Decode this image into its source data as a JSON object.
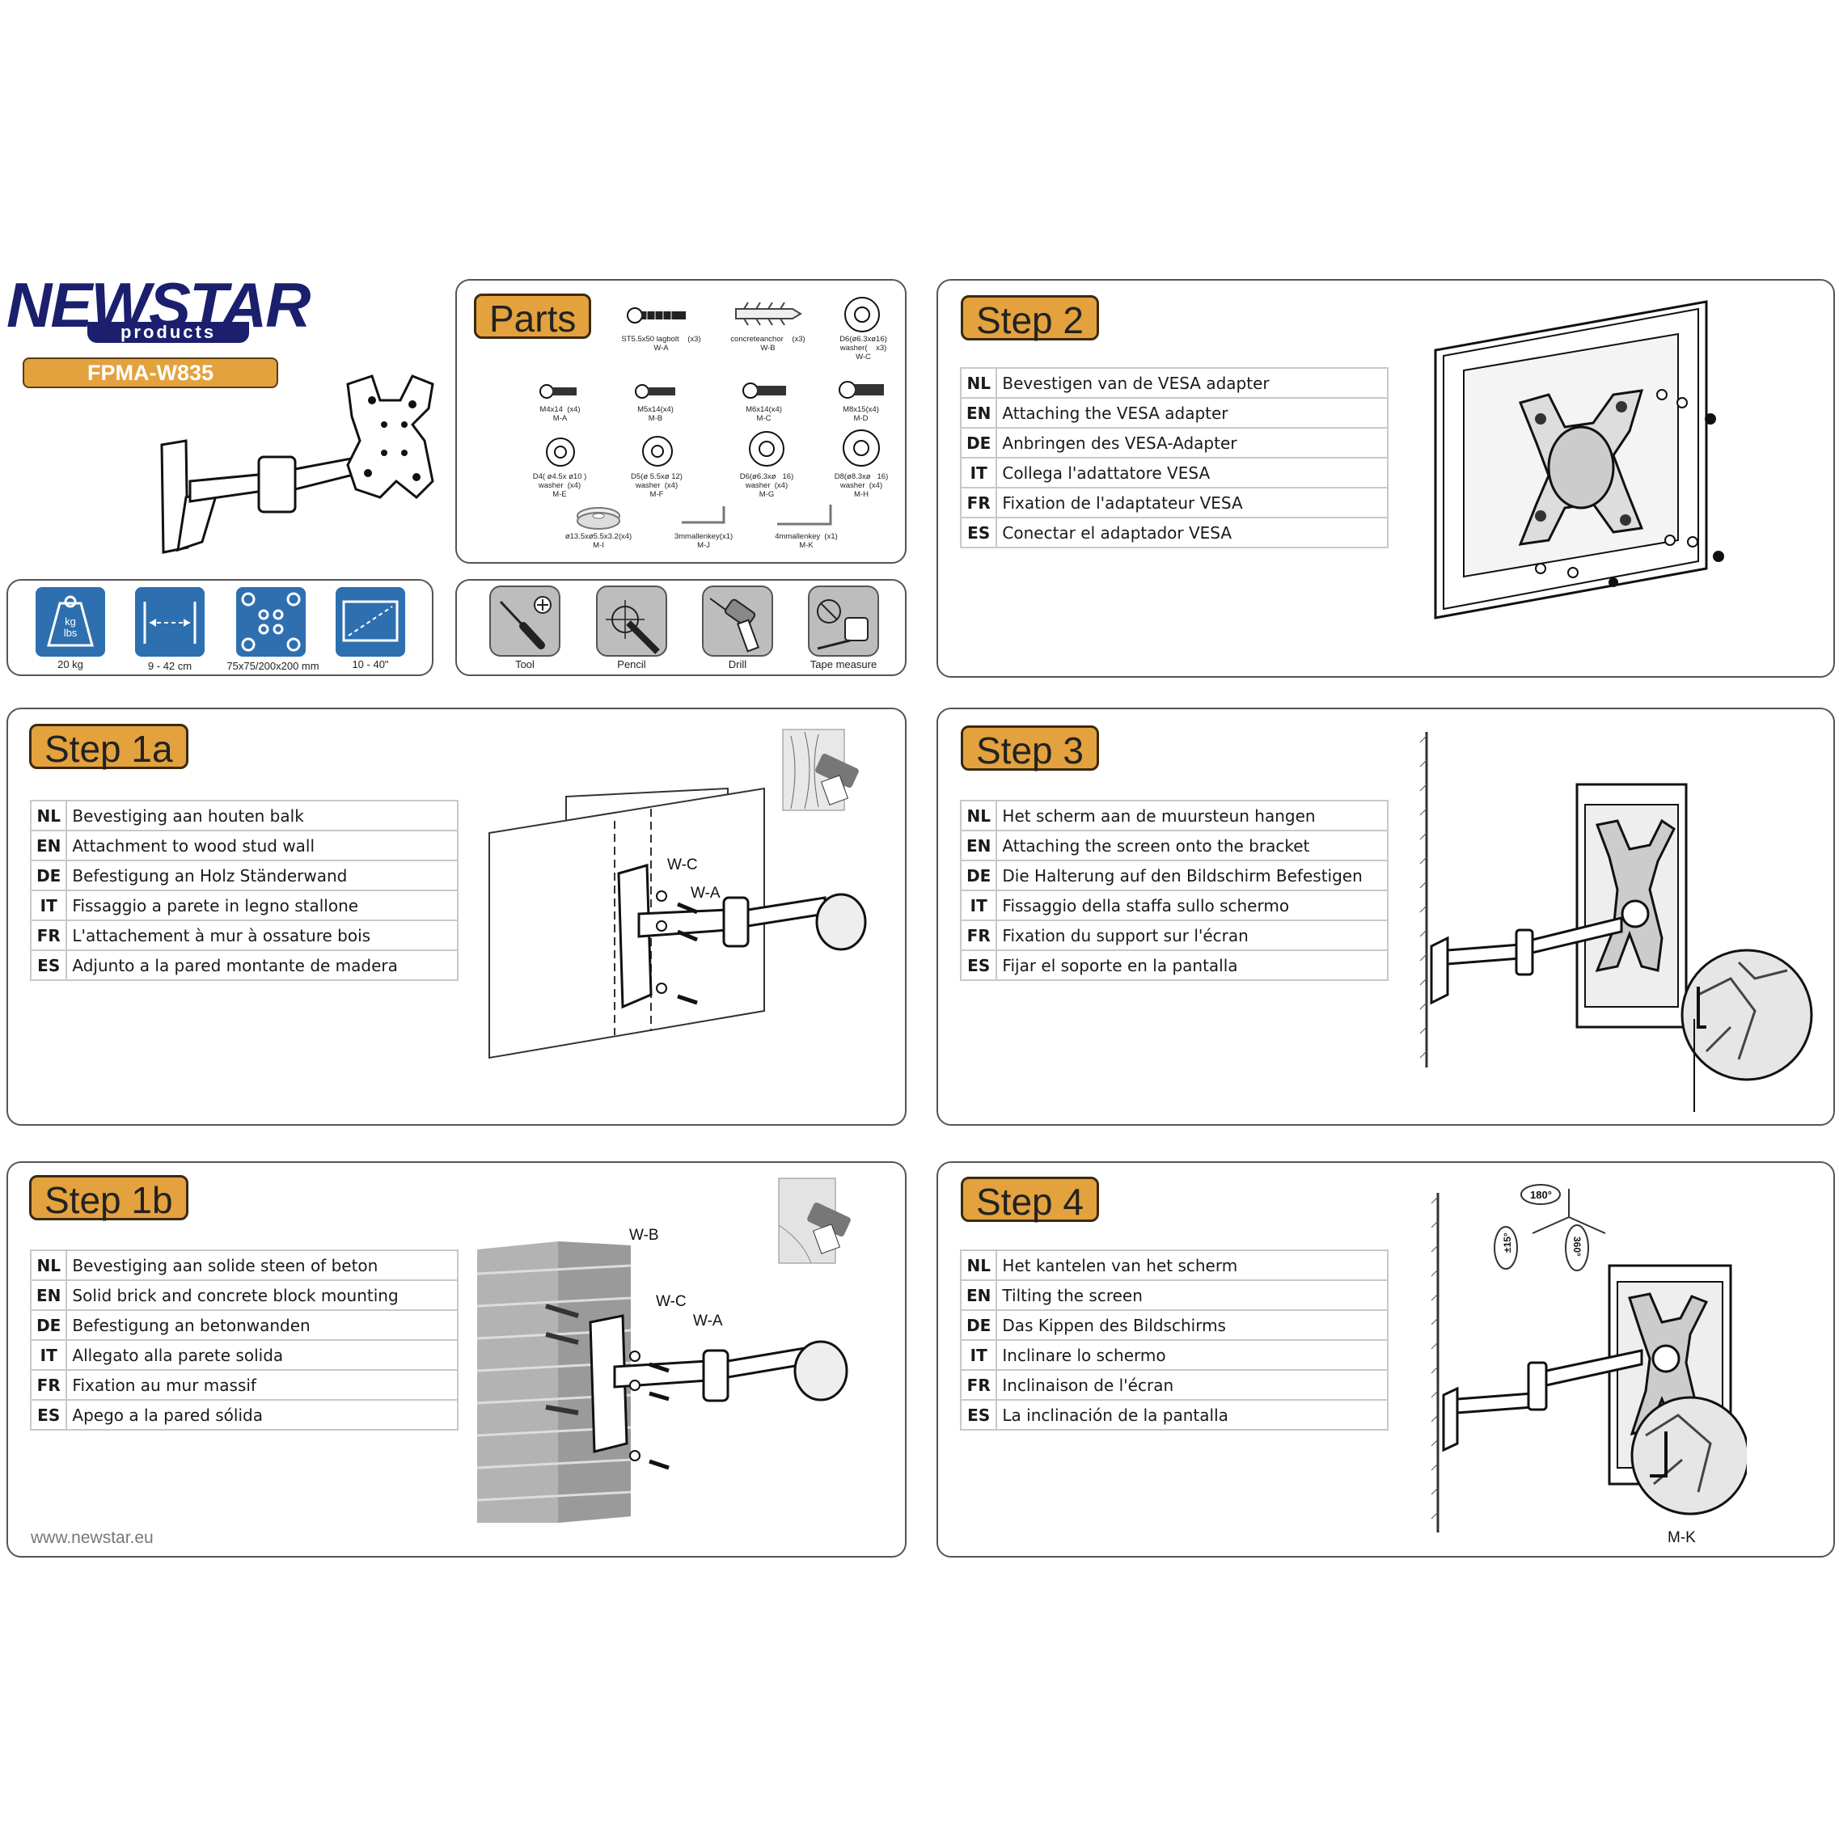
{
  "brand": {
    "logo_text_main": "NEWSTAR",
    "logo_text_sub": "products",
    "model": "FPMA-W835",
    "website": "www.newstar.eu"
  },
  "colors": {
    "accent": "#e3a23d",
    "spec_blue": "#2e6fb0",
    "logo_navy": "#1b1f6e"
  },
  "specs": [
    {
      "icon": "weight-icon",
      "label": "20 kg",
      "glyph": "kg\nlbs"
    },
    {
      "icon": "arm-extension-icon",
      "label": "9 - 42 cm"
    },
    {
      "icon": "vesa-pattern-icon",
      "label": "75x75/200x200 mm"
    },
    {
      "icon": "screen-size-icon",
      "label": "10 - 40\""
    }
  ],
  "parts": {
    "title": "Parts",
    "items": [
      {
        "icon": "lagbolt-icon",
        "label": "ST5.5x50 lagbolt    (x3)\nW-A"
      },
      {
        "icon": "concrete-anchor-icon",
        "label": "concreteanchor    (x3)\nW-B"
      },
      {
        "icon": "washer-icon",
        "label": "D6(ø6.3xø16)\nwasher(    x3)\nW-C"
      },
      {
        "icon": "screw-icon",
        "label": "M4x14  (x4)\nM-A"
      },
      {
        "icon": "screw-icon",
        "label": "M5x14(x4)\nM-B"
      },
      {
        "icon": "screw-icon",
        "label": "M6x14(x4)\nM-C"
      },
      {
        "icon": "screw-icon",
        "label": "M8x15(x4)\nM-D"
      },
      {
        "icon": "washer-icon",
        "label": "D4( ø4.5x ø10 )\nwasher  (x4)\nM-E"
      },
      {
        "icon": "washer-icon",
        "label": "D5(ø 5.5xø 12)\nwasher  (x4)\nM-F"
      },
      {
        "icon": "washer-icon",
        "label": "D6(ø6.3xø   16)\nwasher  (x4)\nM-G"
      },
      {
        "icon": "washer-icon",
        "label": "D8(ø8.3xø   16)\nwasher  (x4)\nM-H"
      },
      {
        "icon": "spacer-icon",
        "label": "ø13.5xø5.5x3.2(x4)\nM-I"
      },
      {
        "icon": "allen-key-icon",
        "label": "3mmallenkey(x1)\nM-J"
      },
      {
        "icon": "allen-key-icon",
        "label": "4mmallenkey  (x1)\nM-K"
      }
    ]
  },
  "tools": [
    {
      "icon": "screwdriver-icon",
      "label": "Tool"
    },
    {
      "icon": "pencil-icon",
      "label": "Pencil"
    },
    {
      "icon": "drill-icon",
      "label": "Drill"
    },
    {
      "icon": "tape-measure-icon",
      "label": "Tape measure"
    }
  ],
  "steps": {
    "step2": {
      "title": "Step 2",
      "rows": [
        {
          "code": "NL",
          "text": "Bevestigen van de VESA adapter"
        },
        {
          "code": "EN",
          "text": "Attaching the VESA adapter"
        },
        {
          "code": "DE",
          "text": "Anbringen des VESA-Adapter"
        },
        {
          "code": "IT",
          "text": "Collega l'adattatore VESA"
        },
        {
          "code": "FR",
          "text": "Fixation de l'adaptateur VESA"
        },
        {
          "code": "ES",
          "text": "Conectar el adaptador VESA"
        }
      ]
    },
    "step1a": {
      "title": "Step 1a",
      "rows": [
        {
          "code": "NL",
          "text": "Bevestiging aan houten balk"
        },
        {
          "code": "EN",
          "text": "Attachment to wood stud wall"
        },
        {
          "code": "DE",
          "text": "Befestigung an Holz Ständerwand"
        },
        {
          "code": "IT",
          "text": "Fissaggio a parete in legno stallone"
        },
        {
          "code": "FR",
          "text": "L'attachement à mur à ossature bois"
        },
        {
          "code": "ES",
          "text": "Adjunto a la pared montante de madera"
        }
      ],
      "callouts": [
        "W-C",
        "W-A"
      ]
    },
    "step3": {
      "title": "Step 3",
      "rows": [
        {
          "code": "NL",
          "text": "Het scherm aan de muursteun hangen"
        },
        {
          "code": "EN",
          "text": "Attaching the screen onto the bracket"
        },
        {
          "code": "DE",
          "text": "Die Halterung auf den Bildschirm Befestigen"
        },
        {
          "code": "IT",
          "text": "Fissaggio della staffa sullo schermo"
        },
        {
          "code": "FR",
          "text": "Fixation du support sur l'écran"
        },
        {
          "code": "ES",
          "text": "Fijar el soporte en la pantalla"
        }
      ]
    },
    "step1b": {
      "title": "Step 1b",
      "rows": [
        {
          "code": "NL",
          "text": "Bevestiging aan solide steen of beton"
        },
        {
          "code": "EN",
          "text": "Solid brick and concrete block mounting"
        },
        {
          "code": "DE",
          "text": "Befestigung an betonwanden"
        },
        {
          "code": "IT",
          "text": "Allegato alla parete solida"
        },
        {
          "code": "FR",
          "text": "Fixation au mur massif"
        },
        {
          "code": "ES",
          "text": "Apego a la pared sólida"
        }
      ],
      "callouts": [
        "W-B",
        "W-C",
        "W-A"
      ]
    },
    "step4": {
      "title": "Step 4",
      "rows": [
        {
          "code": "NL",
          "text": "Het kantelen van het scherm"
        },
        {
          "code": "EN",
          "text": "Tilting the screen"
        },
        {
          "code": "DE",
          "text": "Das Kippen des Bildschirms"
        },
        {
          "code": "IT",
          "text": "Inclinare lo schermo"
        },
        {
          "code": "FR",
          "text": "Inclinaison de l'écran"
        },
        {
          "code": "ES",
          "text": "La inclinación de la pantalla"
        }
      ],
      "angles": [
        "180°",
        "±15°",
        "360°"
      ],
      "callouts": [
        "M-K"
      ]
    }
  }
}
